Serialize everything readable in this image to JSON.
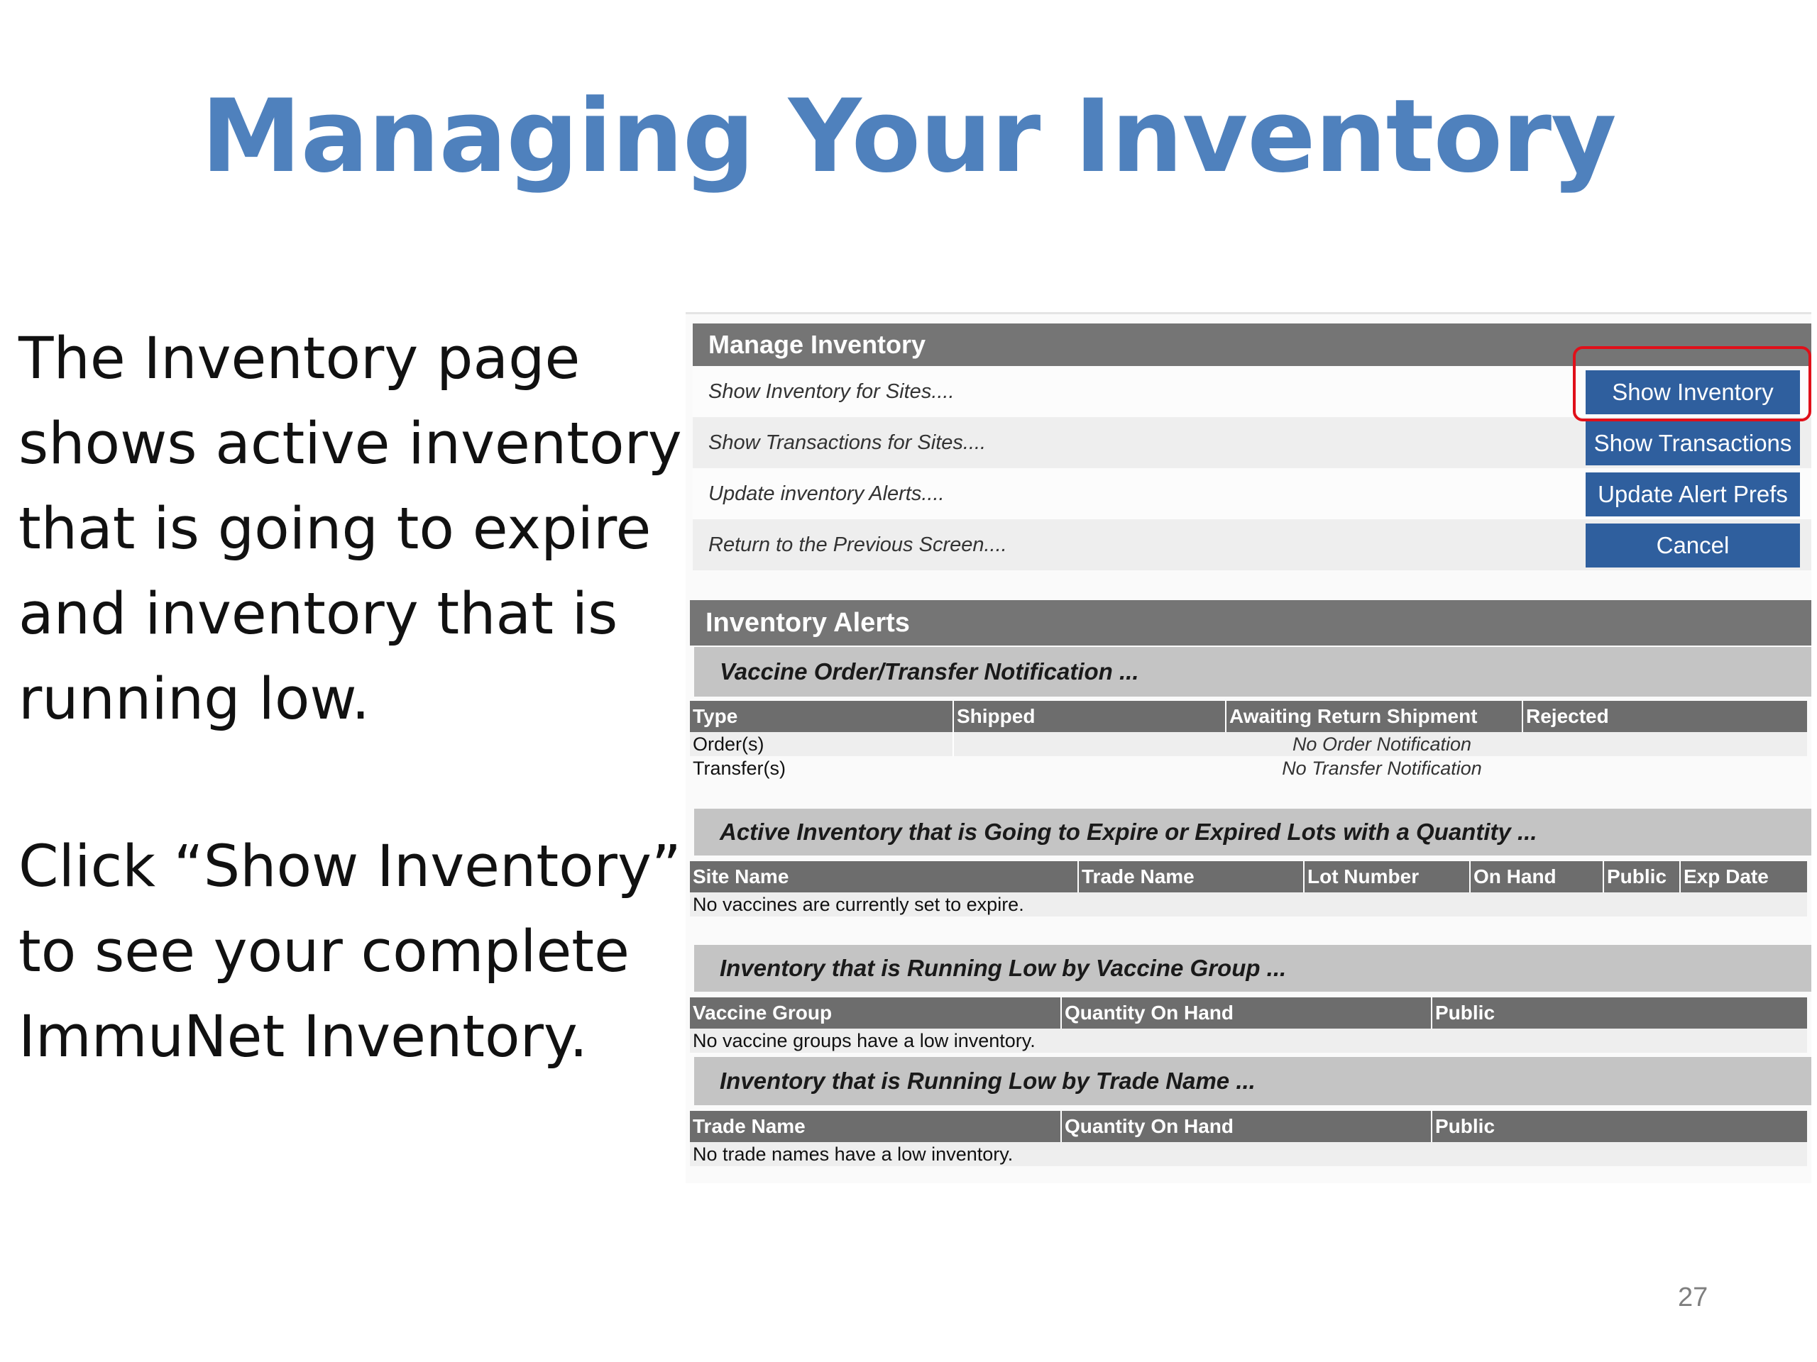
{
  "slide": {
    "title": "Managing Your Inventory",
    "paragraph1": [
      "The Inventory page",
      "shows active inventory",
      "that is going to expire",
      "and inventory that is",
      "running low."
    ],
    "paragraph2": [
      "Click “Show Inventory”",
      "to see your complete",
      "ImmuNet Inventory."
    ],
    "page_number": "27"
  },
  "manage_inventory": {
    "title": "Manage Inventory",
    "rows": [
      {
        "label": "Show Inventory for Sites....",
        "button": "Show Inventory"
      },
      {
        "label": "Show Transactions for Sites....",
        "button": "Show Transactions"
      },
      {
        "label": "Update inventory Alerts....",
        "button": "Update Alert Prefs"
      },
      {
        "label": "Return to the Previous Screen....",
        "button": "Cancel"
      }
    ],
    "highlight_color": "#e0101a",
    "button_color": "#2f5f9e"
  },
  "inventory_alerts": {
    "title": "Inventory Alerts",
    "notification": {
      "heading": "Vaccine Order/Transfer Notification ...",
      "columns": [
        "Type",
        "Shipped",
        "Awaiting Return Shipment",
        "Rejected"
      ],
      "rows": [
        {
          "type": "Order(s)",
          "message": "No Order Notification"
        },
        {
          "type": "Transfer(s)",
          "message": "No Transfer Notification"
        }
      ]
    },
    "expiring": {
      "heading": "Active Inventory that is Going to Expire or Expired Lots with a Quantity ...",
      "columns": [
        "Site Name",
        "Trade Name",
        "Lot Number",
        "On Hand",
        "Public",
        "Exp Date"
      ],
      "empty_message": "No vaccines are currently set to expire."
    },
    "low_by_group": {
      "heading": "Inventory that is Running Low by Vaccine Group ...",
      "columns": [
        "Vaccine Group",
        "Quantity On Hand",
        "Public"
      ],
      "empty_message": "No vaccine groups have a low inventory."
    },
    "low_by_trade": {
      "heading": "Inventory that is Running Low by Trade Name ...",
      "columns": [
        "Trade Name",
        "Quantity On Hand",
        "Public"
      ],
      "empty_message": "No trade names have a low inventory."
    }
  }
}
